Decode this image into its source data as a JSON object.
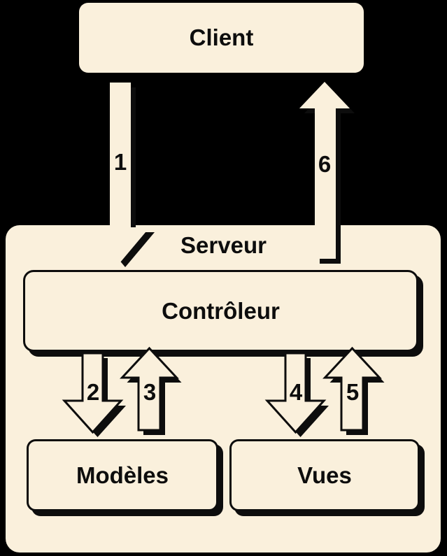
{
  "diagram": {
    "colors": {
      "background": "#000000",
      "node_fill": "#FAF0DC",
      "line": "#0d0d0d"
    },
    "nodes": {
      "client": {
        "label": "Client"
      },
      "serveur": {
        "label": "Serveur"
      },
      "controleur": {
        "label": "Contrôleur"
      },
      "modeles": {
        "label": "Modèles"
      },
      "vues": {
        "label": "Vues"
      }
    },
    "arrows": [
      {
        "number": "1",
        "direction": "down"
      },
      {
        "number": "2",
        "direction": "down"
      },
      {
        "number": "3",
        "direction": "up"
      },
      {
        "number": "4",
        "direction": "down"
      },
      {
        "number": "5",
        "direction": "up"
      },
      {
        "number": "6",
        "direction": "up"
      }
    ]
  }
}
